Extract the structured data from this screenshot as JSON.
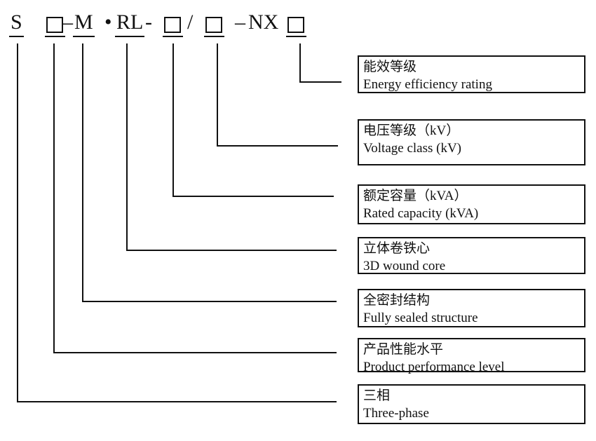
{
  "model_code": {
    "full": "S □–M •RL - □ / □ –NX □",
    "parts": [
      {
        "text": "S"
      },
      {
        "text": "□"
      },
      {
        "text": "–"
      },
      {
        "text": "M"
      },
      {
        "text": "•"
      },
      {
        "text": "RL"
      },
      {
        "text": "-"
      },
      {
        "text": "□"
      },
      {
        "text": "/"
      },
      {
        "text": "□"
      },
      {
        "text": "–"
      },
      {
        "text": "NX"
      },
      {
        "text": "□"
      }
    ]
  },
  "labels": [
    {
      "zh": "能效等级",
      "en": "Energy efficiency rating"
    },
    {
      "zh": "电压等级（kV）",
      "en": "Voltage class (kV)"
    },
    {
      "zh": "额定容量（kVA）",
      "en": "Rated capacity (kVA)"
    },
    {
      "zh": "立体卷铁心",
      "en": "3D wound core"
    },
    {
      "zh": "全密封结构",
      "en": "Fully sealed structure"
    },
    {
      "zh": "产品性能水平",
      "en": "Product performance level"
    },
    {
      "zh": "三相",
      "en": "Three-phase"
    }
  ],
  "colors": {
    "line": "#111111",
    "background": "#ffffff",
    "text": "#111111"
  }
}
